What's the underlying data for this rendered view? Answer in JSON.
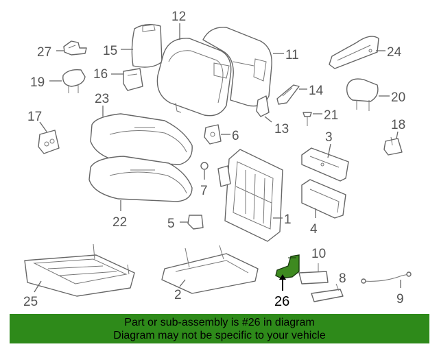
{
  "callouts": {
    "n1": "1",
    "n2": "2",
    "n3": "3",
    "n4": "4",
    "n5": "5",
    "n6": "6",
    "n7": "7",
    "n8": "8",
    "n9": "9",
    "n10": "10",
    "n11": "11",
    "n12": "12",
    "n13": "13",
    "n14": "14",
    "n15": "15",
    "n16": "16",
    "n17": "17",
    "n18": "18",
    "n19": "19",
    "n20": "20",
    "n21": "21",
    "n22": "22",
    "n23": "23",
    "n24": "24",
    "n25": "25",
    "n26": "26",
    "n27": "27"
  },
  "highlighted_part": "26",
  "colors": {
    "banner": "#2e8a1a",
    "highlight_part": "#3e8a20"
  },
  "banner": {
    "line1": "Part or sub-assembly is #26 in diagram",
    "line2": "Diagram may not be specific to your vehicle"
  }
}
